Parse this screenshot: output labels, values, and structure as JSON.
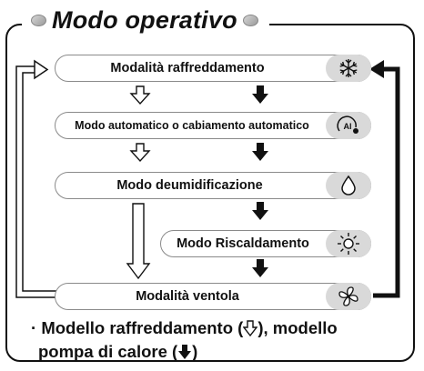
{
  "title": "Modo operativo",
  "modes": [
    {
      "label": "Modalità raffreddamento",
      "icon": "snowflake-icon"
    },
    {
      "label": "Modo automatico o cabiamento automatico",
      "icon": "auto-ai-icon"
    },
    {
      "label": "Modo deumidificazione",
      "icon": "droplet-icon"
    },
    {
      "label": "Modo Riscaldamento",
      "icon": "sun-icon"
    },
    {
      "label": "Modalità ventola",
      "icon": "fan-icon"
    }
  ],
  "footnote": {
    "bullet": "·",
    "part1": "Modello raffreddamento (",
    "part2": "), modello",
    "part3": "pompa di calore (",
    "part4": ")"
  },
  "legend": {
    "cooling_model_arrow": "outline-down-arrow",
    "heat_pump_arrow": "filled-down-arrow"
  },
  "colors": {
    "pill_border": "#8a8a8a",
    "icon_tab": "#d9d9d9",
    "line": "#111111"
  }
}
